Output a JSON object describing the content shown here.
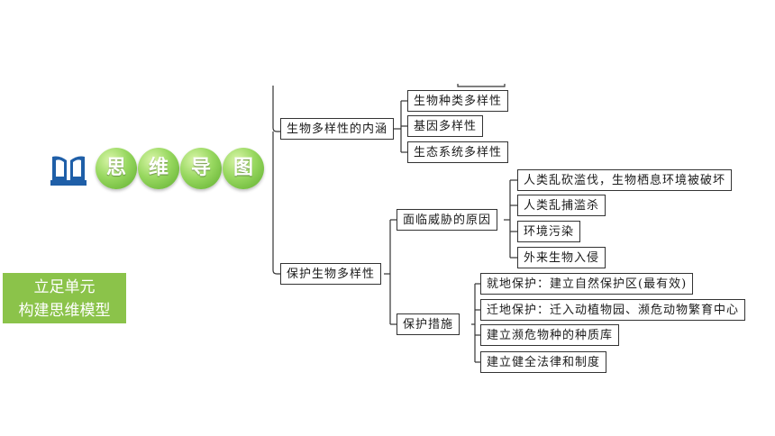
{
  "header": {
    "icon": "open-book-icon",
    "chars": [
      "思",
      "维",
      "导",
      "图"
    ],
    "accent_color": "#7cc242"
  },
  "unit_label": {
    "line1": "立足单元",
    "line2": "构建思维模型",
    "background": "#8bc34a"
  },
  "mindmap": {
    "branch1": {
      "label": "生物多样性的内涵",
      "children": [
        "生物种类多样性",
        "基因多样性",
        "生态系统多样性"
      ]
    },
    "branch2": {
      "label": "保护生物多样性",
      "threat": {
        "label": "面临威胁的原因",
        "children": [
          "人类乱砍滥伐，生物栖息环境被破坏",
          "人类乱捕滥杀",
          "环境污染",
          "外来生物入侵"
        ]
      },
      "measures": {
        "label": "保护措施",
        "children": [
          "就地保护：建立自然保护区(最有效)",
          "迁地保护：迁入动植物园、濒危动物繁育中心",
          "建立濒危物种的种质库",
          "建立健全法律和制度"
        ]
      }
    }
  }
}
